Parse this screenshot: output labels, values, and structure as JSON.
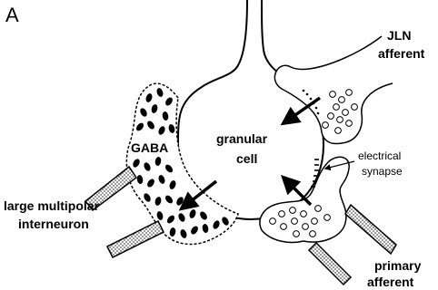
{
  "panel_label": "A",
  "labels": {
    "jln_line1": "JLN",
    "jln_line2": "afferent",
    "granular_line1": "granular",
    "granular_line2": "cell",
    "gaba": "GABA",
    "electrical_line1": "electrical",
    "electrical_line2": "synapse",
    "interneuron_line1": "large multipolar",
    "interneuron_line2": "interneuron",
    "primary_line1": "primary",
    "primary_line2": "afferent"
  },
  "colors": {
    "ink": "#000000",
    "paper": "#ffffff",
    "axon_fill": "#d9d9d9"
  }
}
